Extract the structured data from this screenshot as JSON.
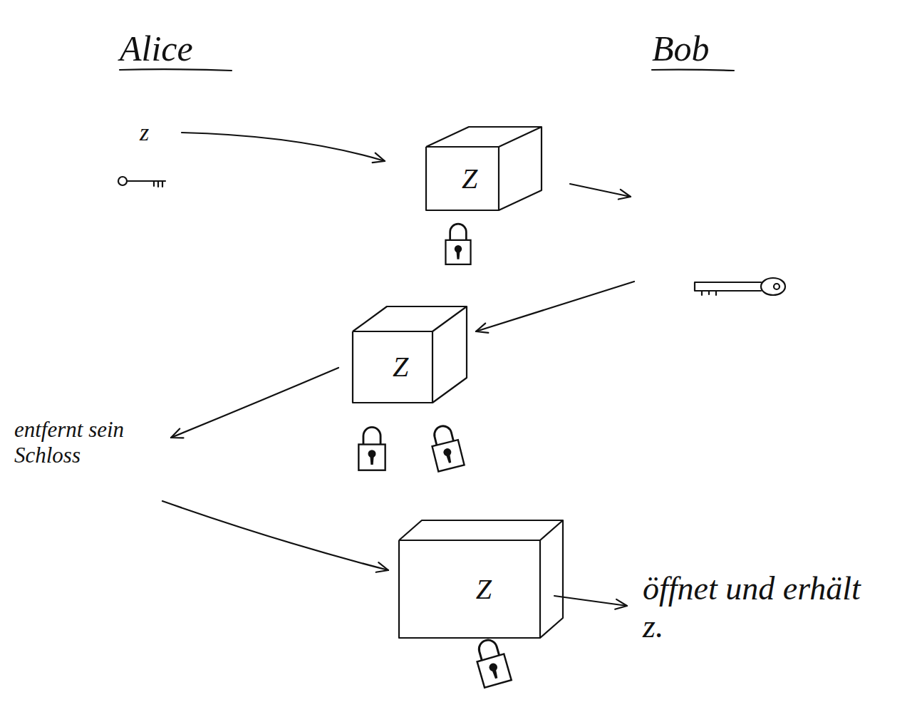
{
  "diagram": {
    "nodes": [
      {
        "text": [
          "Z"
        ]
      },
      {
        "text": [
          "Z"
        ]
      },
      {
        "text": [
          "Z"
        ]
      }
    ],
    "labels": [
      "Alice",
      "Bob",
      "z",
      "entfernt sein Schloss",
      "öffnet und erhält z."
    ]
  }
}
